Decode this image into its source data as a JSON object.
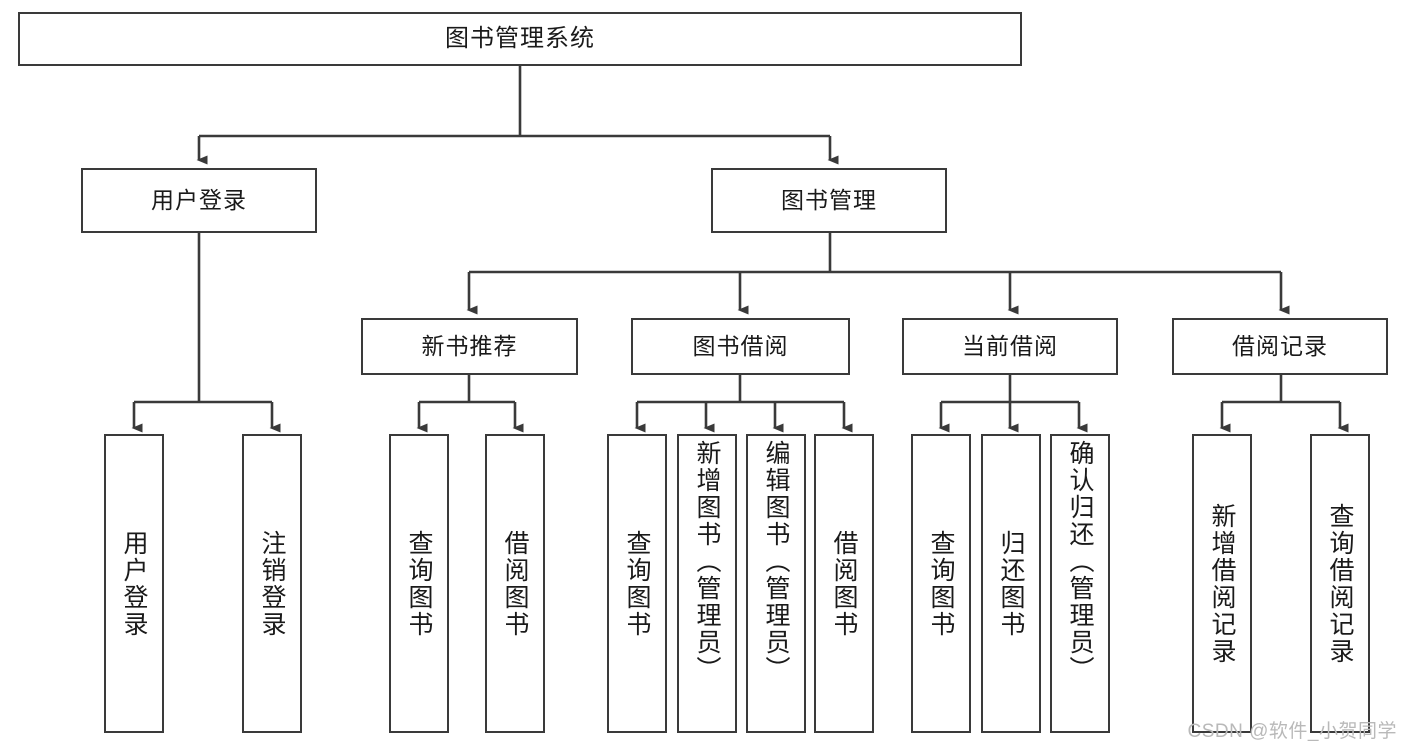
{
  "diagram": {
    "title": "图书管理系统",
    "watermark": "CSDN @软件_小贺同学",
    "colors": {
      "stroke": "#3a3a3a",
      "text": "#1a1a1a",
      "background": "#ffffff",
      "watermark": "#b9b9b9"
    },
    "root": {
      "label": "图书管理系统"
    },
    "level2": [
      {
        "label": "用户登录"
      },
      {
        "label": "图书管理"
      }
    ],
    "level3": [
      {
        "label": "新书推荐"
      },
      {
        "label": "图书借阅"
      },
      {
        "label": "当前借阅"
      },
      {
        "label": "借阅记录"
      }
    ],
    "leaves": {
      "user_login": [
        {
          "label": "用户登录"
        },
        {
          "label": "注销登录"
        }
      ],
      "new_book_recommend": [
        {
          "label": "查询图书"
        },
        {
          "label": "借阅图书"
        }
      ],
      "book_borrow": [
        {
          "label": "查询图书"
        },
        {
          "label": "新增图书（管理员）"
        },
        {
          "label": "编辑图书（管理员）"
        },
        {
          "label": "借阅图书"
        }
      ],
      "current_borrow": [
        {
          "label": "查询图书"
        },
        {
          "label": "归还图书"
        },
        {
          "label": "确认归还（管理员）"
        }
      ],
      "borrow_record": [
        {
          "label": "新增借阅记录"
        },
        {
          "label": "查询借阅记录"
        }
      ]
    }
  }
}
